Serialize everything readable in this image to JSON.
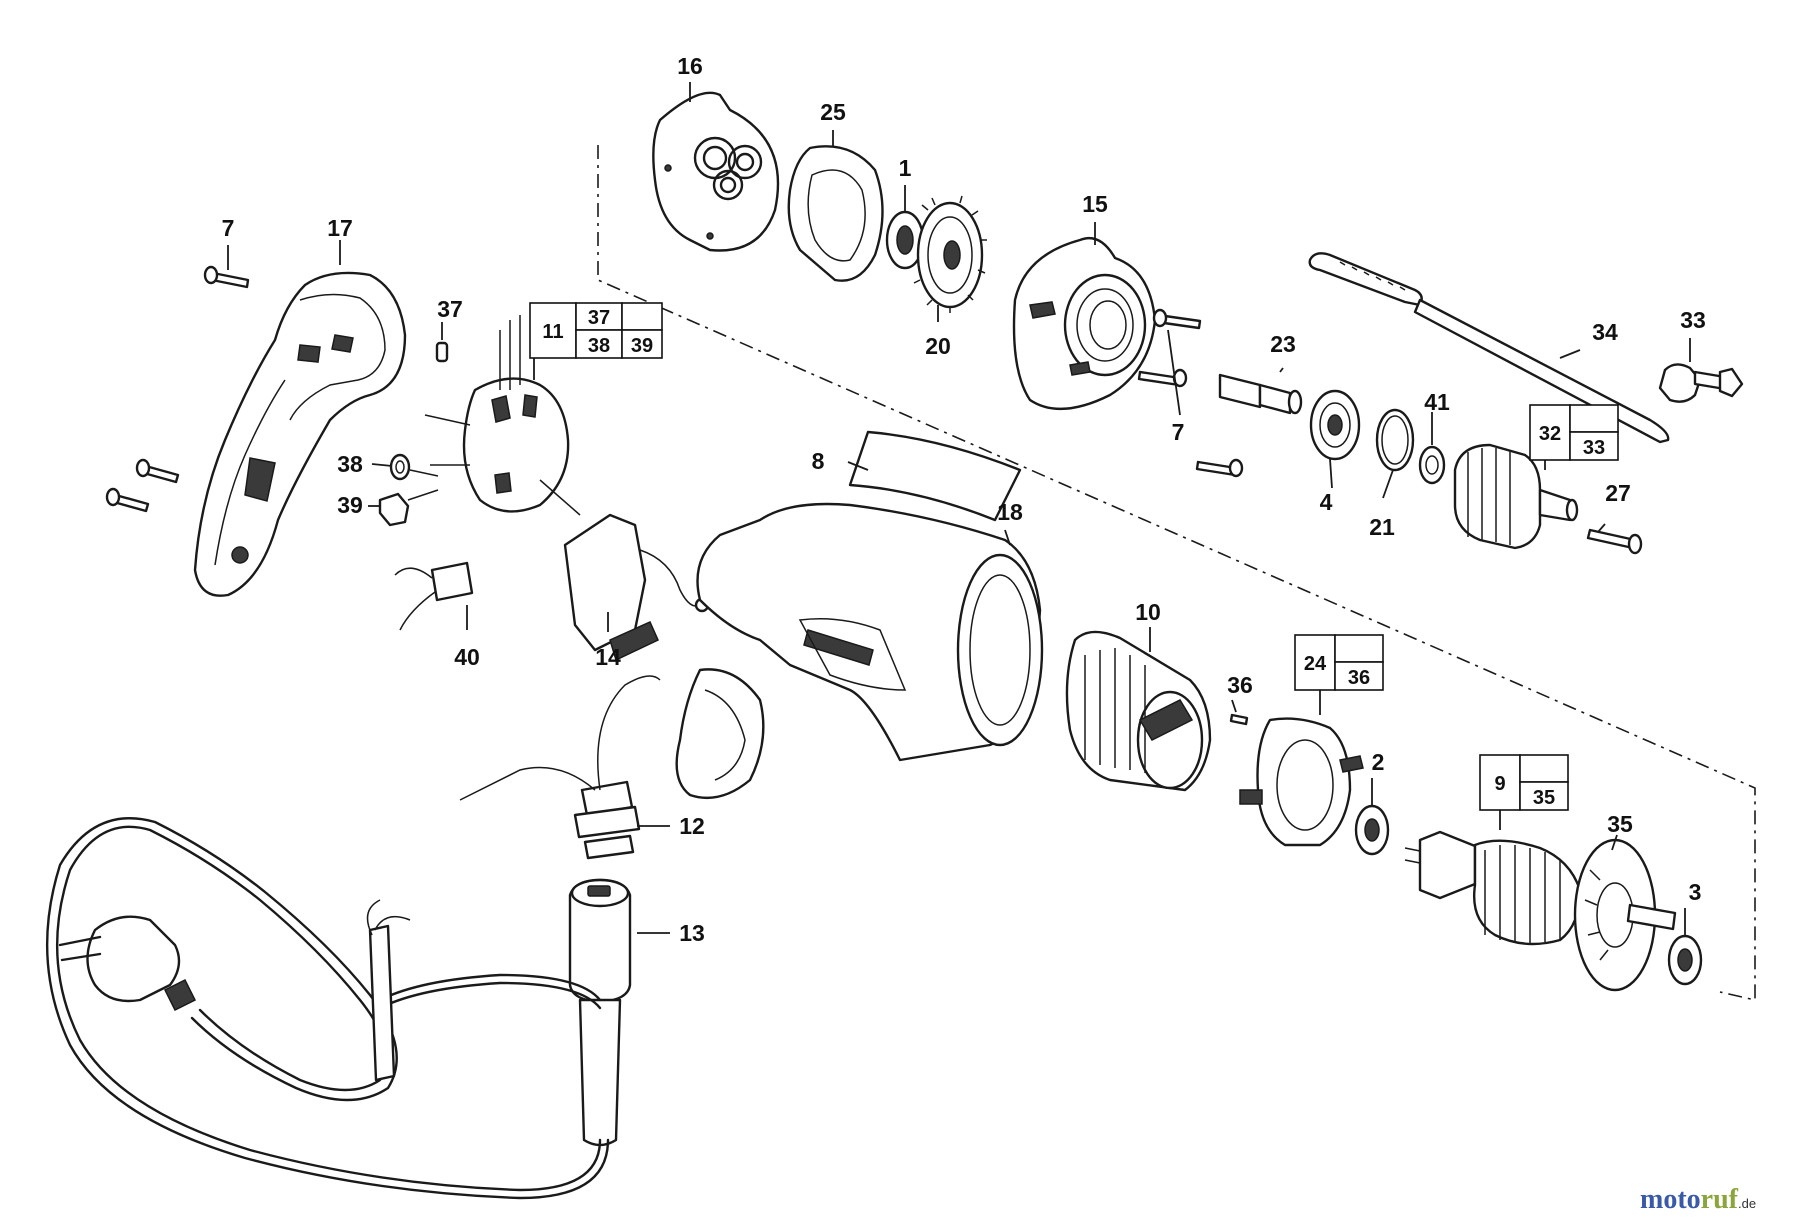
{
  "callouts": {
    "c1": "1",
    "c2": "2",
    "c3": "3",
    "c4": "4",
    "c7a": "7",
    "c7b": "7",
    "c8": "8",
    "c10": "10",
    "c12": "12",
    "c13": "13",
    "c14": "14",
    "c15": "15",
    "c16": "16",
    "c17": "17",
    "c18": "18",
    "c20": "20",
    "c21": "21",
    "c23": "23",
    "c25": "25",
    "c27": "27",
    "c33": "33",
    "c34": "34",
    "c35": "35",
    "c36": "36",
    "c37": "37",
    "c38": "38",
    "c39": "39",
    "c40": "40",
    "c41": "41"
  },
  "kits": {
    "k11": {
      "main": "11",
      "a": "37",
      "b": "38",
      "c": "39"
    },
    "k32": {
      "main": "32",
      "b": "33"
    },
    "k24": {
      "main": "24",
      "b": "36"
    },
    "k9": {
      "main": "9",
      "b": "35"
    }
  },
  "watermark": {
    "part1": "moto",
    "part2": "ruf",
    "suffix": ".de"
  }
}
